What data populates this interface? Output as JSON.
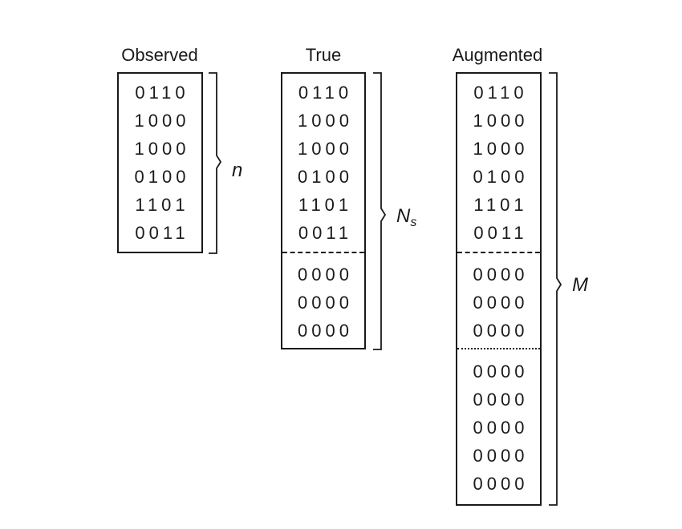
{
  "observed": {
    "title": "Observed",
    "rows": [
      "0110",
      "1000",
      "1000",
      "0100",
      "1101",
      "0011"
    ],
    "brace_label": "n"
  },
  "true": {
    "title": "True",
    "rows": [
      "0110",
      "1000",
      "1000",
      "0100",
      "1101",
      "0011"
    ],
    "zero_rows": [
      "0000",
      "0000",
      "0000"
    ],
    "brace_label": "N",
    "brace_label_sub": "s"
  },
  "augmented": {
    "title": "Augmented",
    "rows": [
      "0110",
      "1000",
      "1000",
      "0100",
      "1101",
      "0011"
    ],
    "zero_rows_1": [
      "0000",
      "0000",
      "0000"
    ],
    "zero_rows_2": [
      "0000",
      "0000",
      "0000",
      "0000",
      "0000"
    ],
    "brace_label": "M"
  }
}
